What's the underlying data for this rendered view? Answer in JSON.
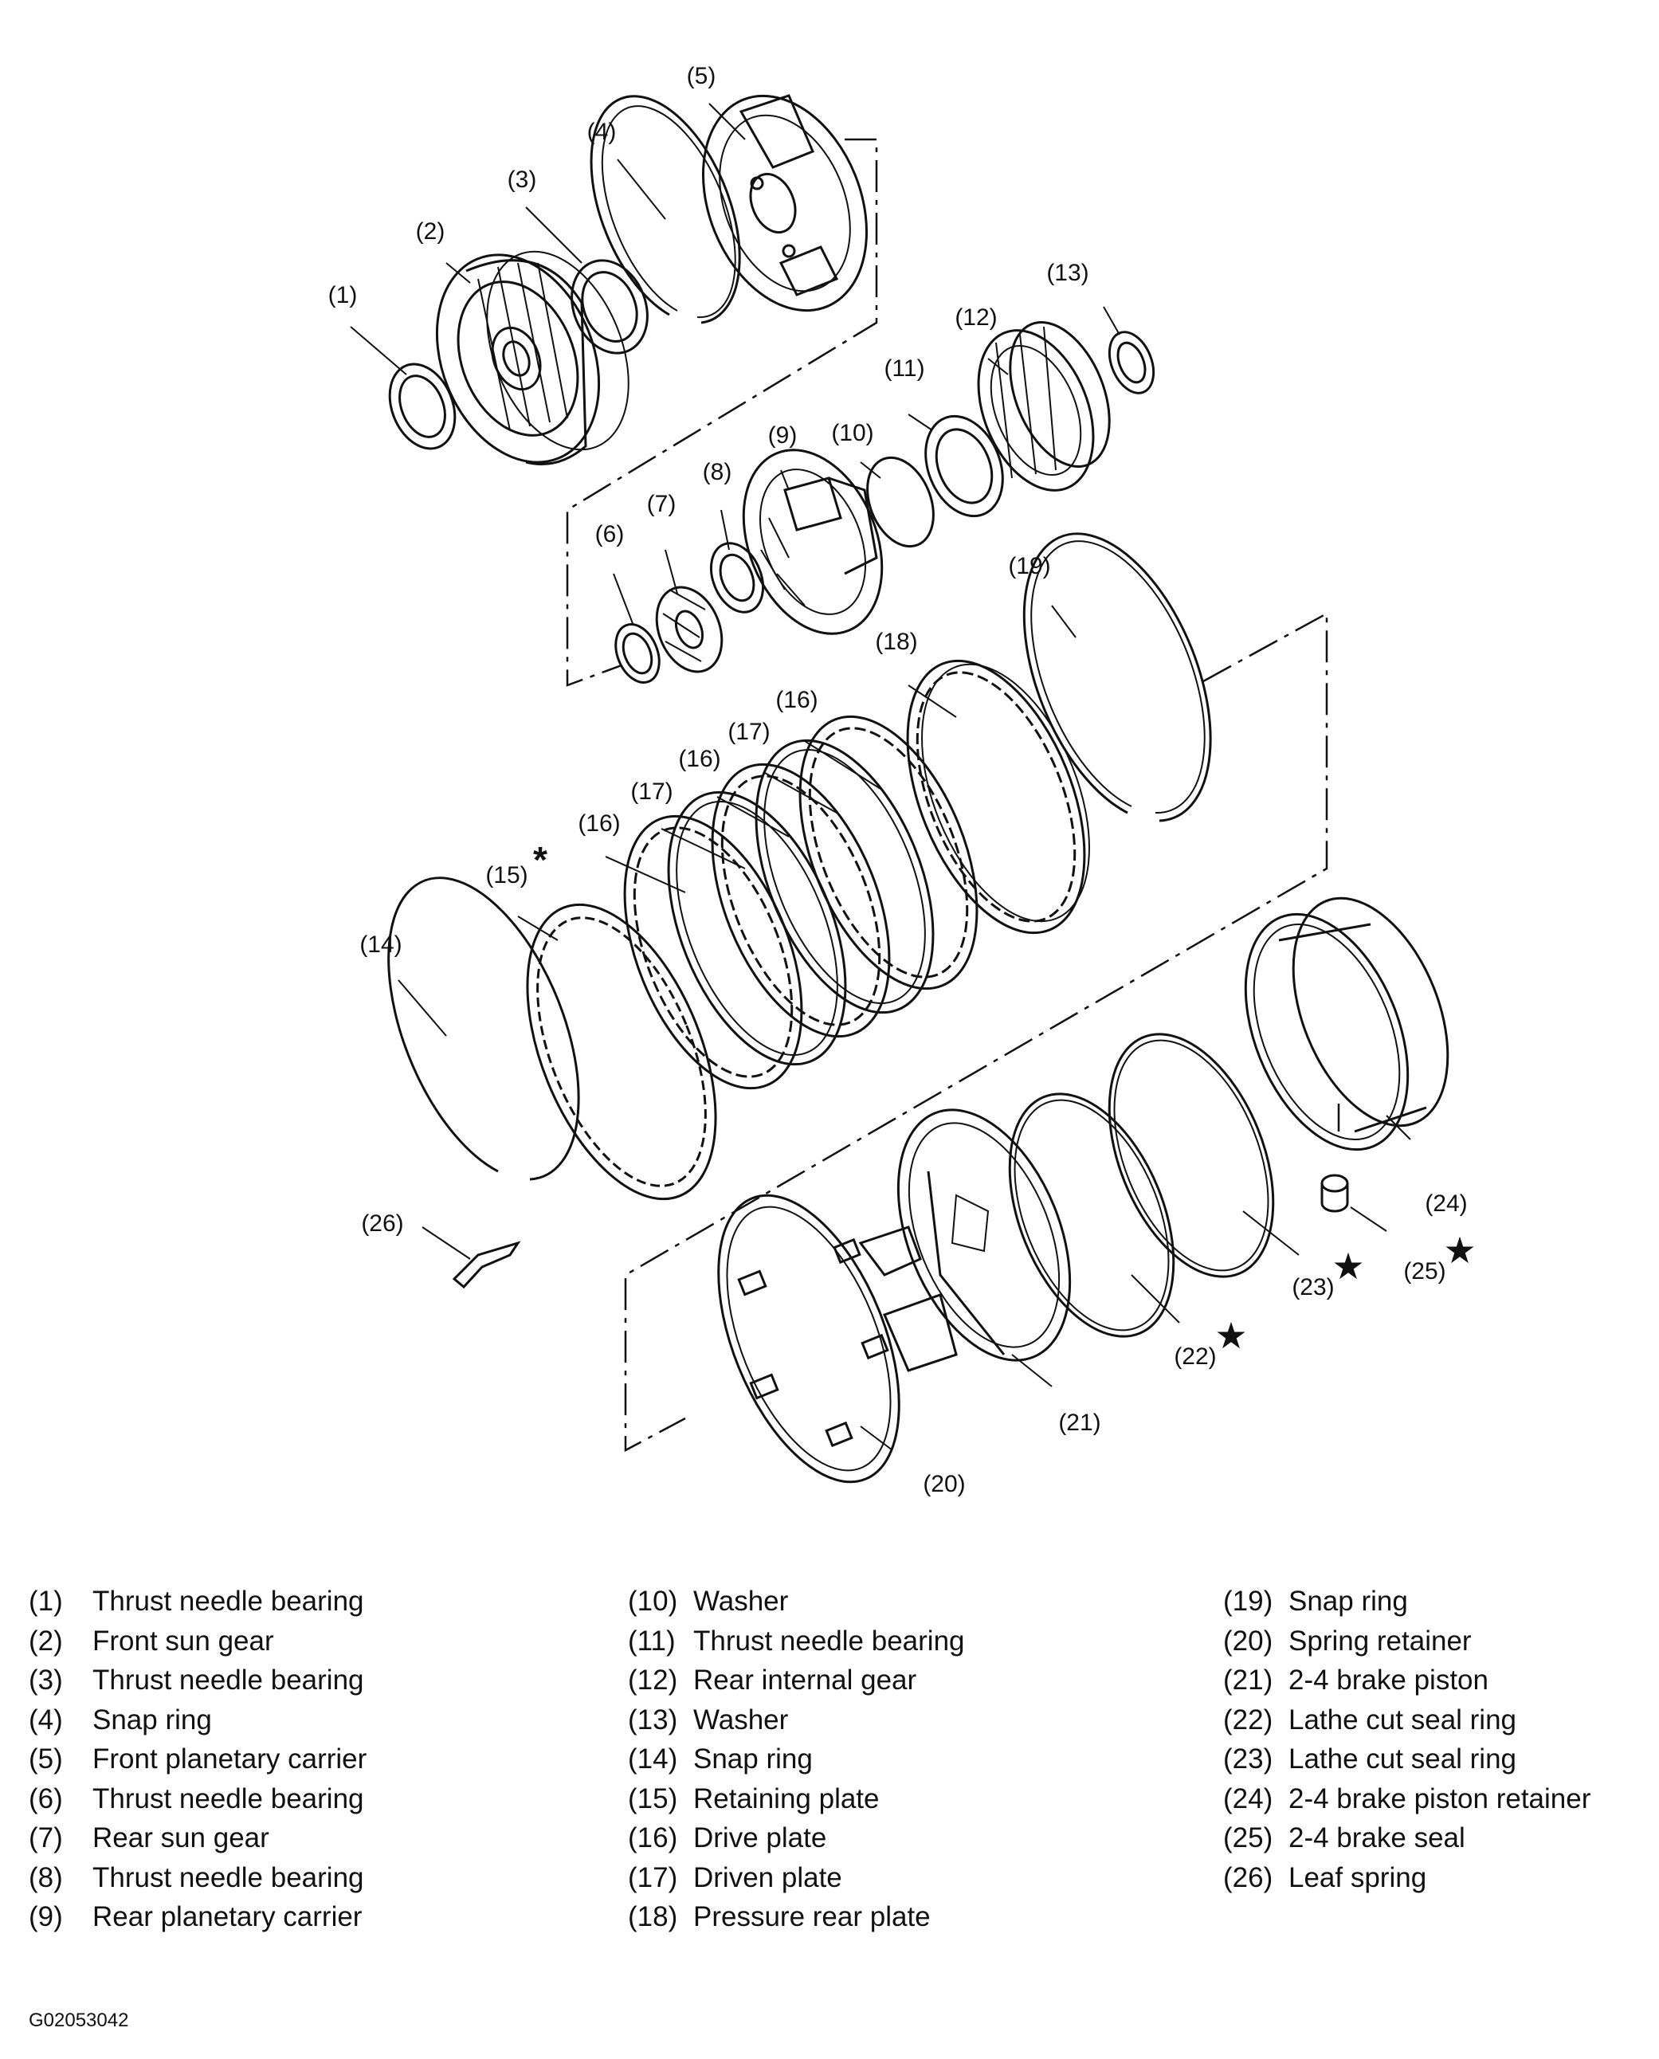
{
  "callouts": {
    "c1": "(1)",
    "c2": "(2)",
    "c3": "(3)",
    "c4": "(4)",
    "c5": "(5)",
    "c6": "(6)",
    "c7": "(7)",
    "c8": "(8)",
    "c9": "(9)",
    "c10": "(10)",
    "c11": "(11)",
    "c12": "(12)",
    "c13": "(13)",
    "c14": "(14)",
    "c15": "(15)",
    "c16a": "(16)",
    "c16b": "(16)",
    "c16c": "(16)",
    "c17a": "(17)",
    "c17b": "(17)",
    "c18": "(18)",
    "c19": "(19)",
    "c20": "(20)",
    "c21": "(21)",
    "c22": "(22)",
    "c23": "(23)",
    "c24": "(24)",
    "c25": "(25)",
    "c26": "(26)"
  },
  "marks": {
    "asterisk": "*",
    "star": "★"
  },
  "legend": {
    "col1": [
      {
        "num": "(1)",
        "text": "Thrust needle bearing"
      },
      {
        "num": "(2)",
        "text": "Front sun gear"
      },
      {
        "num": "(3)",
        "text": "Thrust needle bearing"
      },
      {
        "num": "(4)",
        "text": "Snap ring"
      },
      {
        "num": "(5)",
        "text": "Front planetary carrier"
      },
      {
        "num": "(6)",
        "text": "Thrust needle bearing"
      },
      {
        "num": "(7)",
        "text": "Rear sun gear"
      },
      {
        "num": "(8)",
        "text": "Thrust needle bearing"
      },
      {
        "num": "(9)",
        "text": "Rear planetary carrier"
      }
    ],
    "col2": [
      {
        "num": "(10)",
        "text": "Washer"
      },
      {
        "num": "(11)",
        "text": "Thrust needle bearing"
      },
      {
        "num": "(12)",
        "text": "Rear internal gear"
      },
      {
        "num": "(13)",
        "text": "Washer"
      },
      {
        "num": "(14)",
        "text": "Snap ring"
      },
      {
        "num": "(15)",
        "text": "Retaining plate"
      },
      {
        "num": "(16)",
        "text": "Drive plate"
      },
      {
        "num": "(17)",
        "text": "Driven plate"
      },
      {
        "num": "(18)",
        "text": "Pressure rear plate"
      }
    ],
    "col3": [
      {
        "num": "(19)",
        "text": "Snap ring"
      },
      {
        "num": "(20)",
        "text": "Spring retainer"
      },
      {
        "num": "(21)",
        "text": "2-4 brake piston"
      },
      {
        "num": "(22)",
        "text": "Lathe cut seal ring"
      },
      {
        "num": "(23)",
        "text": "Lathe cut seal ring"
      },
      {
        "num": "(24)",
        "text": "2-4 brake piston retainer"
      },
      {
        "num": "(25)",
        "text": "2-4 brake seal"
      },
      {
        "num": "(26)",
        "text": "Leaf spring"
      }
    ]
  },
  "figure_id": "G02053042"
}
